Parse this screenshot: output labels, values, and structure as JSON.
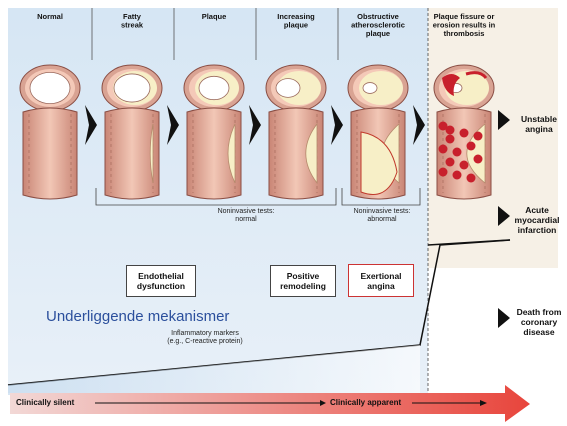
{
  "stages": [
    {
      "label": "Normal"
    },
    {
      "label": "Fatty\nstreak"
    },
    {
      "label": "Plaque"
    },
    {
      "label": "Increasing\nplaque"
    },
    {
      "label": "Obstructive\natherosclerotic\nplaque"
    },
    {
      "label": "Plaque fissure or\nerosion results in\nthrombosis"
    }
  ],
  "noninvasive_normal": "Noninvasive tests:\nnormal",
  "noninvasive_abnormal": "Noninvasive tests:\nabnormal",
  "mechanisms": [
    {
      "label": "Endothelial\ndysfunction"
    },
    {
      "label": "Positive\nremodeling"
    },
    {
      "label": "Exertional\nangina"
    }
  ],
  "outcomes": [
    {
      "label": "Unstable\nangina"
    },
    {
      "label": "Acute\nmyocardial\ninfarction"
    },
    {
      "label": "Death from\ncoronary\ndisease"
    }
  ],
  "overlay_text": "Underliggende mekanismer",
  "inflammatory": "Inflammatory markers\n(e.g., C-reactive protein)",
  "clinically_silent": "Clinically silent",
  "clinically_apparent": "Clinically apparent",
  "colors": {
    "vessel_outer": "#d9a393",
    "vessel_inner": "#f4c9b8",
    "plaque": "#f7efc7",
    "thrombus": "#c8202c",
    "background_top": "#dbe8f4",
    "arrow_red": "#e8453c",
    "exertional_border": "#cc3333"
  }
}
